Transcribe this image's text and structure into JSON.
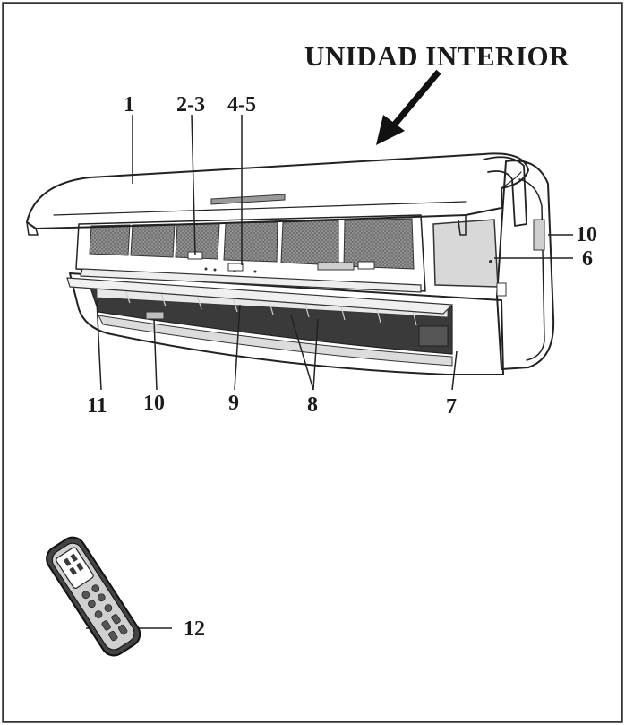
{
  "title": "UNIDAD INTERIOR",
  "labels": {
    "l1": "1",
    "l2_3": "2-3",
    "l4_5": "4-5",
    "l10_top": "10",
    "l6": "6",
    "l11": "11",
    "l10_bottom": "10",
    "l9": "9",
    "l8": "8",
    "l7": "7",
    "l12": "12"
  },
  "colors": {
    "frame": "#333333",
    "ink": "#222222",
    "filter": "#8a8a8a",
    "dark": "#3a3a3a"
  }
}
